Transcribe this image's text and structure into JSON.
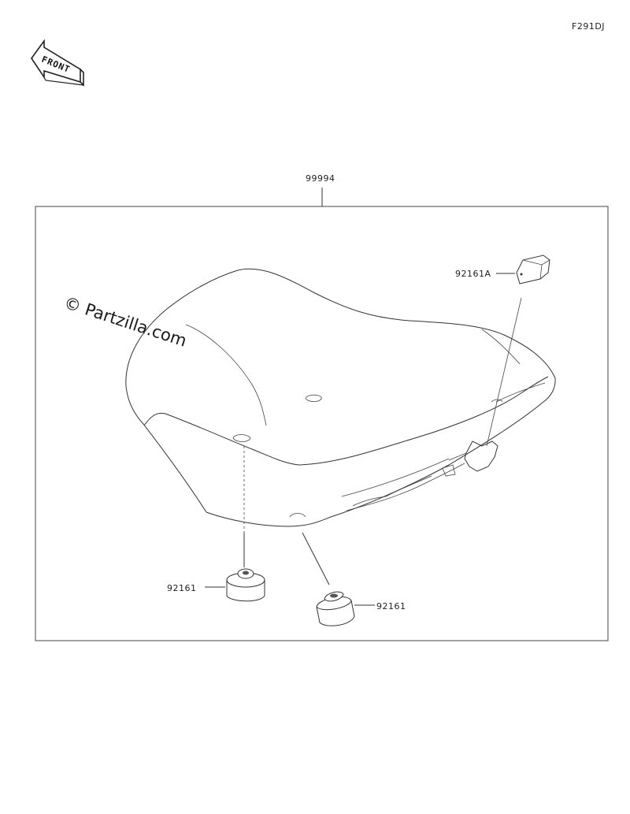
{
  "figure_code": "F291DJ",
  "front_label": "FRONT",
  "watermark": "© Partzilla.com",
  "parts": {
    "assembly": "99994",
    "rubber_top": "92161A",
    "rubber_left": "92161",
    "rubber_right": "92161"
  }
}
